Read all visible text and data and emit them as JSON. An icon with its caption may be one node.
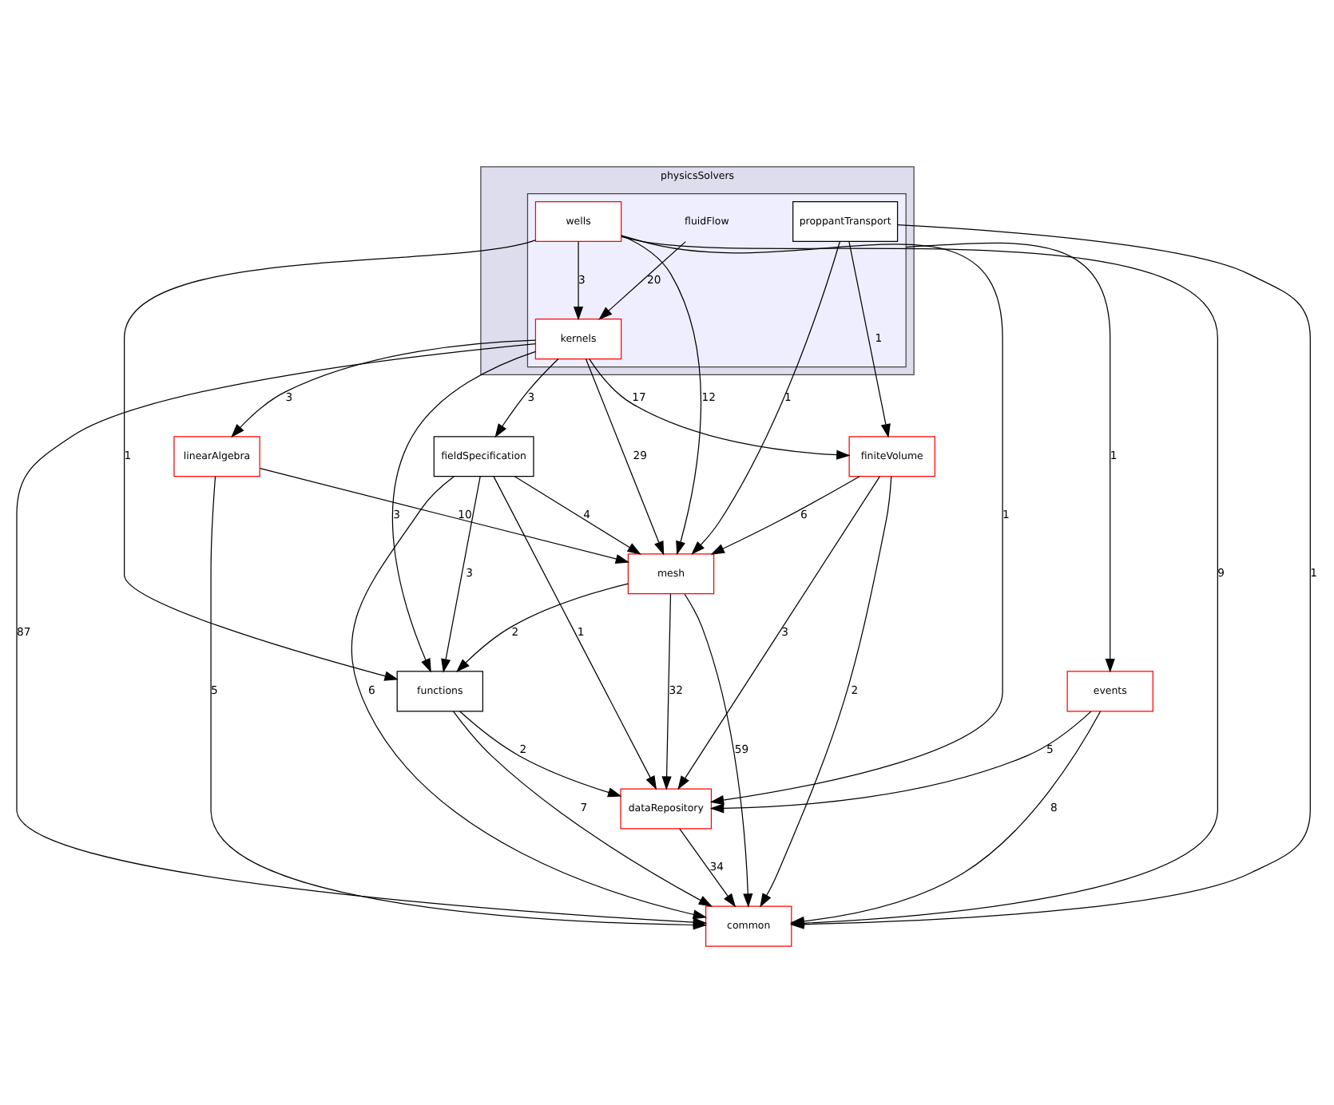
{
  "diagram": {
    "nodes": [
      {
        "text": [
          "physicsSolvers"
        ]
      },
      {
        "text": [
          "fluidFlow"
        ],
        "in": 0
      },
      {
        "text": [
          "wells"
        ],
        "in": 1
      },
      {
        "text": [
          "proppantTransport"
        ],
        "in": 1
      },
      {
        "text": [
          "kernels"
        ],
        "in": 1
      },
      {
        "text": [
          "fieldSpecification"
        ]
      },
      {
        "text": [
          "linearAlgebra"
        ]
      },
      {
        "text": [
          "finiteVolume"
        ]
      },
      {
        "text": [
          "mesh"
        ]
      },
      {
        "text": [
          "functions"
        ]
      },
      {
        "text": [
          "events"
        ]
      },
      {
        "text": [
          "dataRepository"
        ]
      },
      {
        "text": [
          "common"
        ]
      }
    ],
    "edges": [
      {
        "from": 2,
        "to": 4,
        "arrow": "to",
        "label": "3"
      },
      {
        "from": 1,
        "to": 4,
        "arrow": "to",
        "label": "20"
      },
      {
        "from": 2,
        "to": 9,
        "arrow": "to",
        "label": "1"
      },
      {
        "from": 2,
        "to": 8,
        "arrow": "to",
        "label": "12"
      },
      {
        "from": 2,
        "to": 11,
        "arrow": "to",
        "label": "1"
      },
      {
        "from": 2,
        "to": 12,
        "arrow": "to",
        "label": "9"
      },
      {
        "from": 1,
        "to": 10,
        "arrow": "to",
        "label": "1"
      },
      {
        "from": 3,
        "to": 8,
        "arrow": "to",
        "label": "1"
      },
      {
        "from": 3,
        "to": 7,
        "arrow": "to",
        "label": "1"
      },
      {
        "from": 3,
        "to": 12,
        "arrow": "to",
        "label": "1"
      },
      {
        "from": 4,
        "to": 5,
        "arrow": "to",
        "label": "3"
      },
      {
        "from": 4,
        "to": 6,
        "arrow": "to",
        "label": "3"
      },
      {
        "from": 4,
        "to": 7,
        "arrow": "to",
        "label": "17"
      },
      {
        "from": 4,
        "to": 8,
        "arrow": "to",
        "label": "29"
      },
      {
        "from": 4,
        "to": 9,
        "arrow": "to",
        "label": "3"
      },
      {
        "from": 4,
        "to": 12,
        "arrow": "to",
        "label": "87"
      },
      {
        "from": 5,
        "to": 9,
        "arrow": "to",
        "label": "3"
      },
      {
        "from": 5,
        "to": 8,
        "arrow": "to",
        "label": "4"
      },
      {
        "from": 5,
        "to": 11,
        "arrow": "to",
        "label": "1"
      },
      {
        "from": 5,
        "to": 12,
        "arrow": "to",
        "label": "6"
      },
      {
        "from": 6,
        "to": 8,
        "arrow": "to",
        "label": "10"
      },
      {
        "from": 6,
        "to": 12,
        "arrow": "to",
        "label": "5"
      },
      {
        "from": 7,
        "to": 8,
        "arrow": "to",
        "label": "6"
      },
      {
        "from": 7,
        "to": 11,
        "arrow": "to",
        "label": "3"
      },
      {
        "from": 7,
        "to": 12,
        "arrow": "to",
        "label": "2"
      },
      {
        "from": 8,
        "to": 9,
        "arrow": "to",
        "label": "2"
      },
      {
        "from": 8,
        "to": 11,
        "arrow": "to",
        "label": "32"
      },
      {
        "from": 8,
        "to": 12,
        "arrow": "to",
        "label": "59"
      },
      {
        "from": 9,
        "to": 11,
        "arrow": "to",
        "label": "2"
      },
      {
        "from": 9,
        "to": 12,
        "arrow": "to",
        "label": "7"
      },
      {
        "from": 10,
        "to": 11,
        "arrow": "to",
        "label": "5"
      },
      {
        "from": 10,
        "to": 12,
        "arrow": "to",
        "label": "8"
      },
      {
        "from": 11,
        "to": 12,
        "arrow": "to",
        "label": "34"
      }
    ]
  }
}
